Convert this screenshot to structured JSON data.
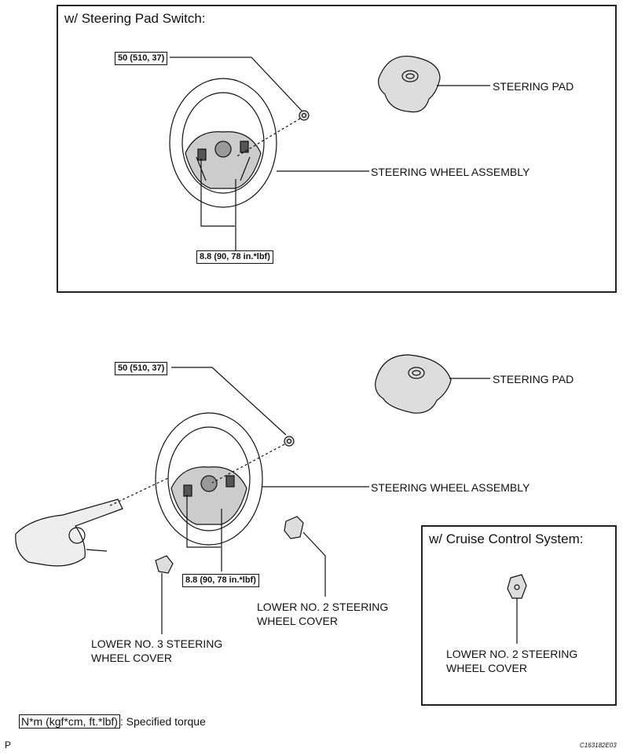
{
  "top_panel": {
    "title": "w/ Steering Pad Switch:",
    "torque_nut": "50 (510, 37)",
    "torque_screws": "8.8 (90, 78 in.*lbf)",
    "label_pad": "STEERING PAD",
    "label_wheel": "STEERING WHEEL ASSEMBLY"
  },
  "bottom": {
    "torque_nut": "50 (510, 37)",
    "torque_screws": "8.8 (90, 78 in.*lbf)",
    "label_pad": "STEERING PAD",
    "label_wheel": "STEERING WHEEL ASSEMBLY",
    "label_cover2": "LOWER NO. 2 STEERING WHEEL COVER",
    "label_cover3": "LOWER NO. 3 STEERING WHEEL COVER"
  },
  "cruise_panel": {
    "title": "w/ Cruise Control System:",
    "label_cover2": "LOWER NO. 2 STEERING WHEEL COVER"
  },
  "legend": {
    "unit": "N*m (kgf*cm, ft.*lbf)",
    "text": ": Specified torque"
  },
  "footer": {
    "left": "P",
    "right": "C163182E03"
  }
}
